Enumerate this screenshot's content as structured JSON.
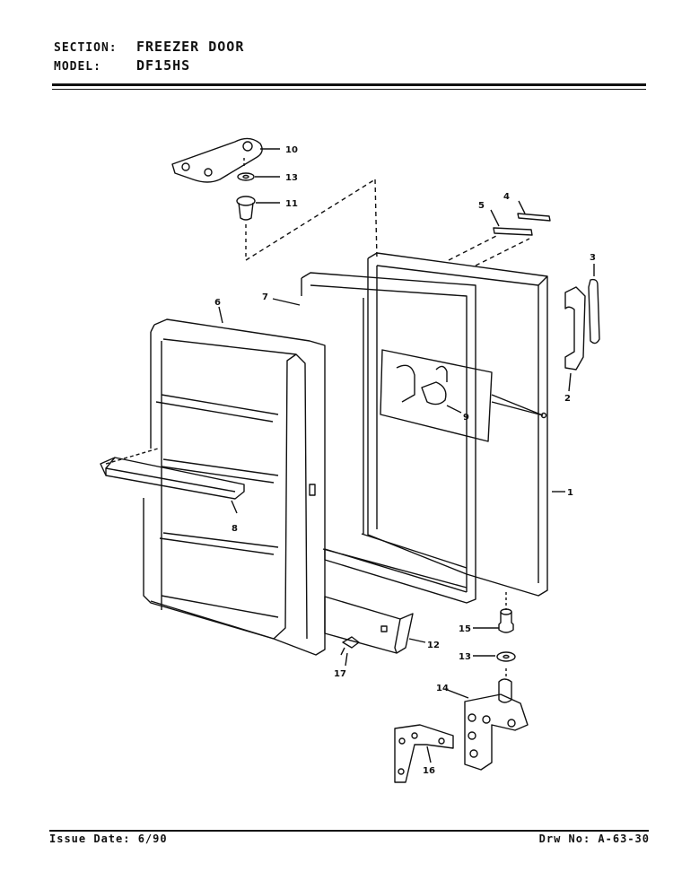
{
  "header": {
    "section_key": "SECTION:",
    "section_value": "FREEZER DOOR",
    "model_key": "MODEL:",
    "model_value": "DF15HS"
  },
  "footer": {
    "issue_date": "Issue Date: 6/90",
    "drawing_no": "Drw No: A-63-30"
  },
  "callouts": [
    "1",
    "2",
    "3",
    "4",
    "5",
    "6",
    "7",
    "8",
    "9",
    "10",
    "11",
    "12",
    "13",
    "13",
    "14",
    "15",
    "16",
    "17"
  ]
}
